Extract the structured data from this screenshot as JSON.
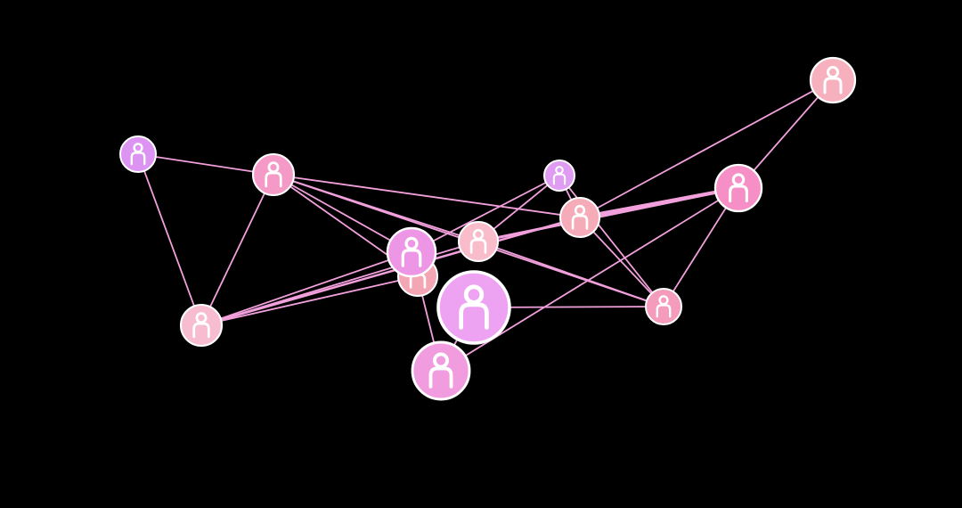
{
  "diagram": {
    "type": "network",
    "background": "#000000",
    "node_icon": "person-icon",
    "node_border": "#ffffff",
    "edge_color": "#f2a0dc",
    "nodes": [
      {
        "id": 1,
        "color": "#dc93f2"
      },
      {
        "id": 2,
        "color": "#f59ac6"
      },
      {
        "id": 3,
        "color": "#f7b0be"
      },
      {
        "id": 4,
        "color": "#e09cf2"
      },
      {
        "id": 5,
        "color": "#f58fc6"
      },
      {
        "id": 6,
        "color": "#f6acb8"
      },
      {
        "id": 7,
        "color": "#f8bccb"
      },
      {
        "id": 8,
        "color": "#ee96e6"
      },
      {
        "id": 9,
        "color": "#f4a6b4"
      },
      {
        "id": 10,
        "color": "#eea2f2"
      },
      {
        "id": 11,
        "color": "#f8bcd0"
      },
      {
        "id": 12,
        "color": "#f59cbc"
      },
      {
        "id": 13,
        "color": "#f29ce0"
      }
    ],
    "edges": [
      [
        1,
        2
      ],
      [
        1,
        11
      ],
      [
        2,
        11
      ],
      [
        2,
        6
      ],
      [
        2,
        7
      ],
      [
        2,
        8
      ],
      [
        2,
        12
      ],
      [
        2,
        9
      ],
      [
        11,
        8
      ],
      [
        11,
        7
      ],
      [
        11,
        6
      ],
      [
        11,
        9
      ],
      [
        4,
        7
      ],
      [
        4,
        8
      ],
      [
        4,
        6
      ],
      [
        6,
        5
      ],
      [
        7,
        5
      ],
      [
        6,
        3
      ],
      [
        3,
        5
      ],
      [
        5,
        12
      ],
      [
        5,
        13
      ],
      [
        6,
        12
      ],
      [
        4,
        12
      ],
      [
        7,
        12
      ],
      [
        10,
        12
      ],
      [
        8,
        13
      ],
      [
        10,
        13
      ]
    ]
  }
}
